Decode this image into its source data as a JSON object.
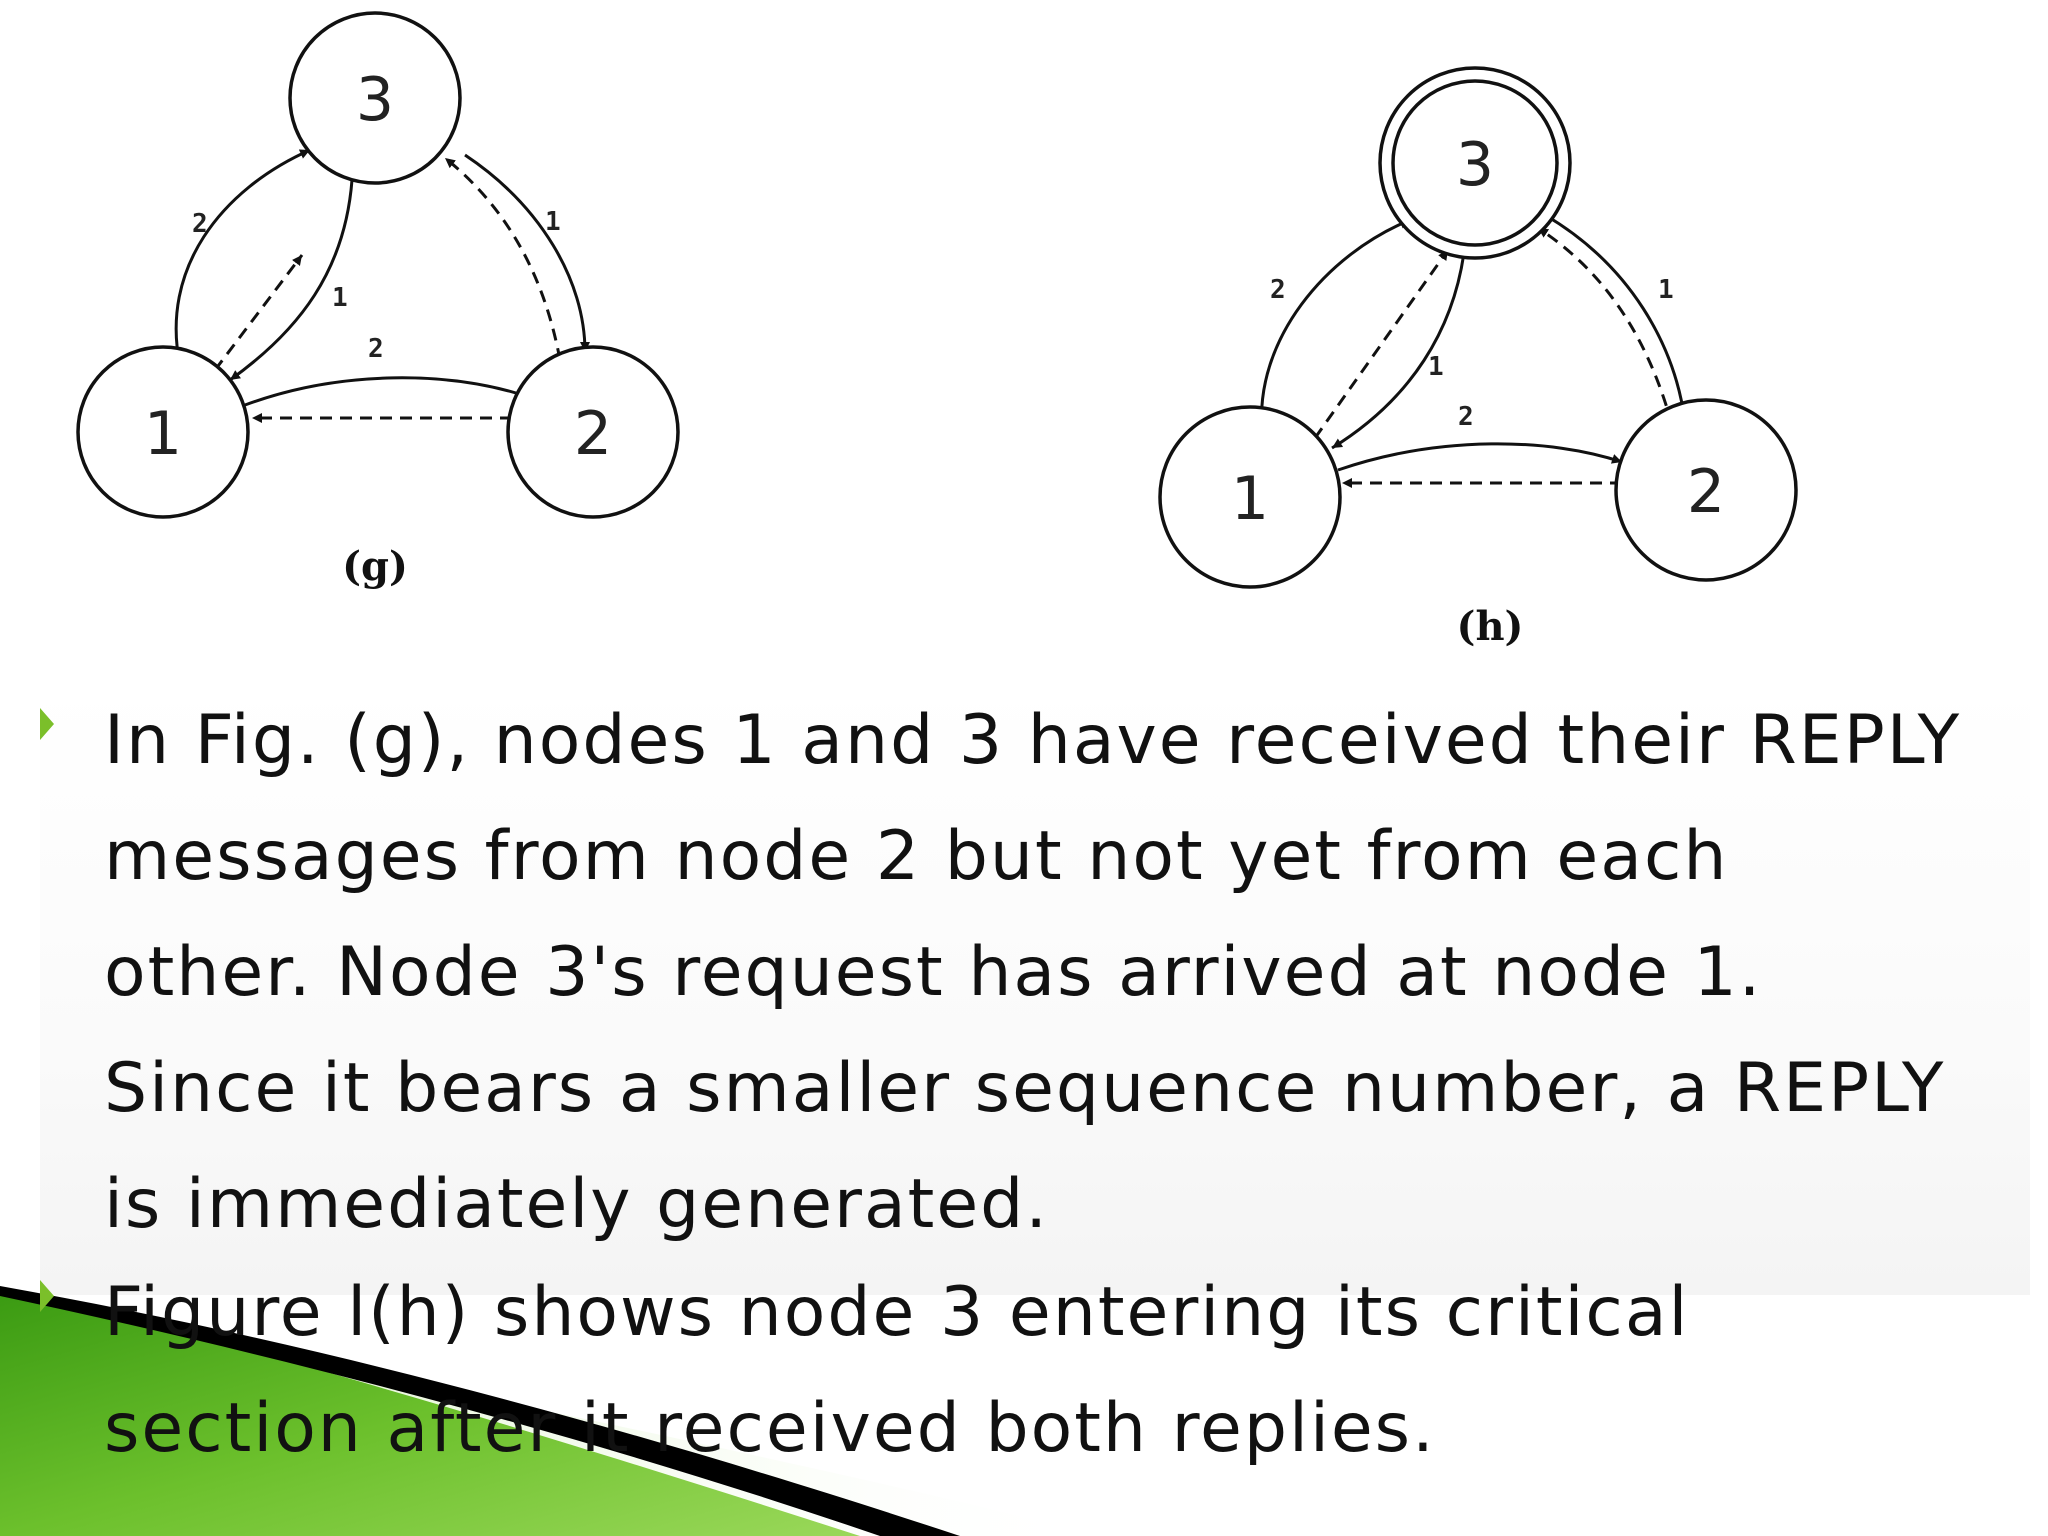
{
  "figures": [
    {
      "id": "g",
      "caption": "(g)",
      "nodes": [
        {
          "id": "3",
          "label": "3"
        },
        {
          "id": "1",
          "label": "1"
        },
        {
          "id": "2",
          "label": "2"
        }
      ],
      "edge_labels": {
        "n1_to_n3": "2",
        "n3_to_n1": "1",
        "n3_to_n2": "1",
        "n1_to_n2": "2"
      }
    },
    {
      "id": "h",
      "caption": "(h)",
      "nodes": [
        {
          "id": "3",
          "label": "3"
        },
        {
          "id": "1",
          "label": "1"
        },
        {
          "id": "2",
          "label": "2"
        }
      ],
      "edge_labels": {
        "n1_to_n3": "2",
        "n3_to_n1": "1",
        "n3_to_n2": "1",
        "n1_to_n2": "2"
      }
    }
  ],
  "bullets": [
    {
      "lines": [
        "In Fig. (g), nodes 1 and 3 have received their REPLY",
        "messages from node 2 but not yet from each",
        "other. Node 3's request has arrived at node 1.",
        "Since it bears a smaller sequence number, a REPLY",
        "is immediately generated."
      ]
    },
    {
      "lines": [
        "Figure l(h) shows node 3 entering its critical",
        "section after it received both replies."
      ]
    }
  ],
  "colors": {
    "accent_green": "#7bbf2a",
    "dark_green": "#2f8a0e",
    "text": "#111111"
  }
}
